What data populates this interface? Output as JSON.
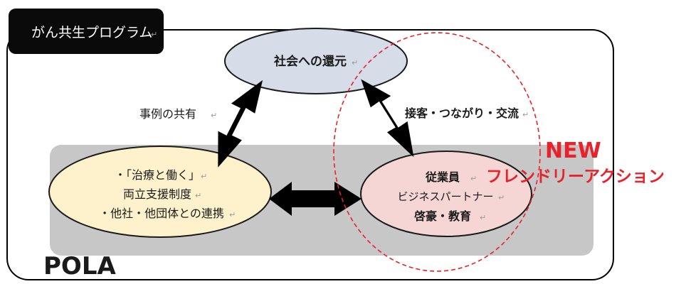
{
  "title": "がん共生プログラム",
  "company": "POLA",
  "top_node": {
    "label": "社会への還元"
  },
  "left_node": {
    "lines": [
      "・「治療と働く」",
      "両立支援制度",
      "・他社・他団体との連携"
    ]
  },
  "right_node": {
    "lines": [
      "従業員",
      "ビジネスパートナー",
      "啓豪・教育"
    ]
  },
  "edge_left_label": "事例の共有",
  "edge_right_label": "接客・つながり・交流",
  "new_badge": {
    "title": "NEW",
    "subtitle": "フレンドリーアクション"
  },
  "paragraph_mark": "↵",
  "colors": {
    "top_node_fill": "#d6dce8",
    "left_node_fill": "#fdf2cc",
    "right_node_fill": "#f6d5d5",
    "band_fill": "#c7c7c7",
    "title_box_fill": "#0a0a0a",
    "accent_red": "#e8222a",
    "arrow": "#000000"
  }
}
